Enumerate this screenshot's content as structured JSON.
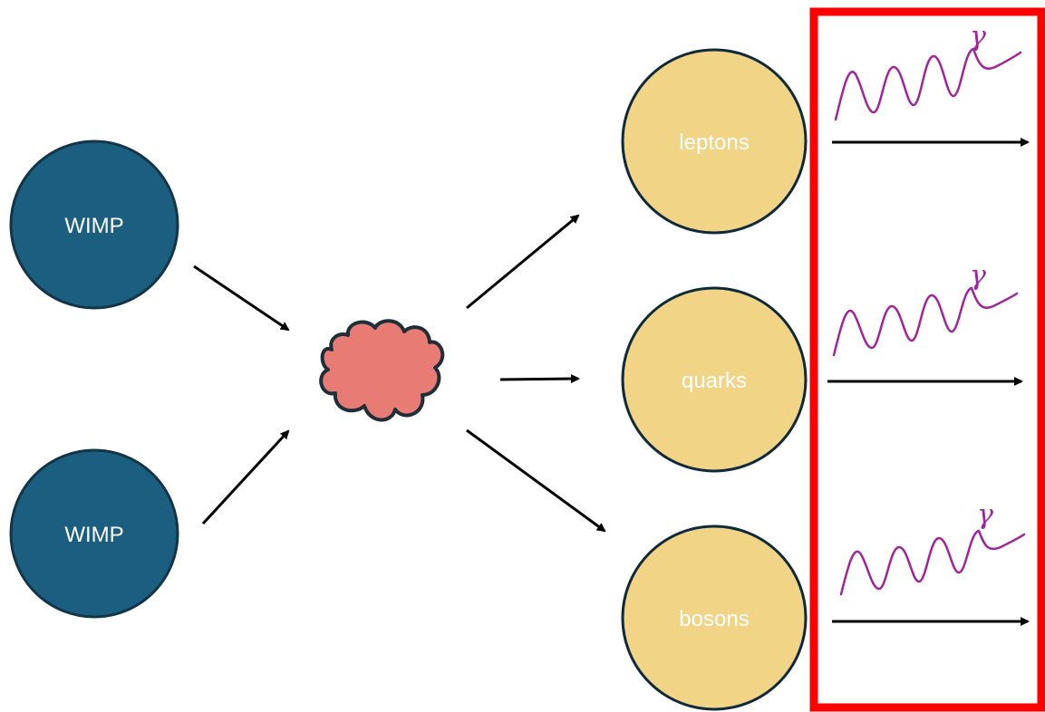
{
  "colors": {
    "wimp_fill": "#1b5e80",
    "wimp_stroke": "#123548",
    "product_fill": "#f2d486",
    "product_stroke": "#0f2a3a",
    "cloud_fill": "#e87c74",
    "cloud_stroke": "#1f2e38",
    "highlight_box": "#ff0000",
    "photon": "#a0249c",
    "arrow": "#000000"
  },
  "wimps": [
    {
      "label": "WIMP"
    },
    {
      "label": "WIMP"
    }
  ],
  "products": [
    {
      "label": "leptons"
    },
    {
      "label": "quarks"
    },
    {
      "label": "bosons"
    }
  ],
  "photons": [
    {
      "symbol": "γ"
    },
    {
      "symbol": "γ"
    },
    {
      "symbol": "γ"
    }
  ]
}
